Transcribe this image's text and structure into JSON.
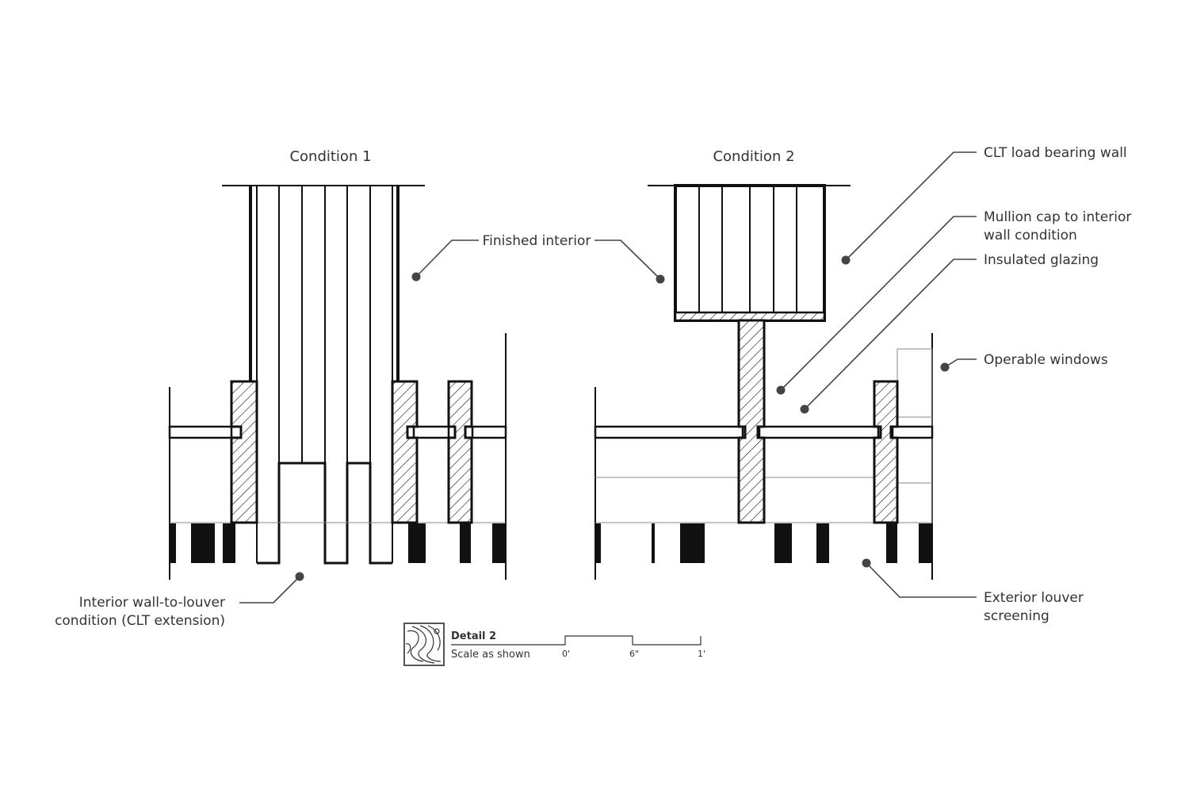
{
  "titles": {
    "condition1": "Condition 1",
    "condition2": "Condition 2"
  },
  "labels": {
    "finished_interior": "Finished interior",
    "interior_wall_line1": "Interior wall-to-louver",
    "interior_wall_line2": "condition (CLT extension)",
    "clt_wall": "CLT load bearing wall",
    "mullion_line1": "Mullion cap to interior",
    "mullion_line2": "wall condition",
    "insulated_glazing": "Insulated glazing",
    "operable_windows": "Operable windows",
    "louver_line1": "Exterior louver",
    "louver_line2": "screening"
  },
  "legend": {
    "title": "Detail 2",
    "subtitle": "Scale as shown",
    "ticks": [
      "0'",
      "6\"",
      "1'"
    ]
  },
  "colors": {
    "ink": "#111111",
    "label_text": "#333333",
    "leader": "#444444"
  }
}
